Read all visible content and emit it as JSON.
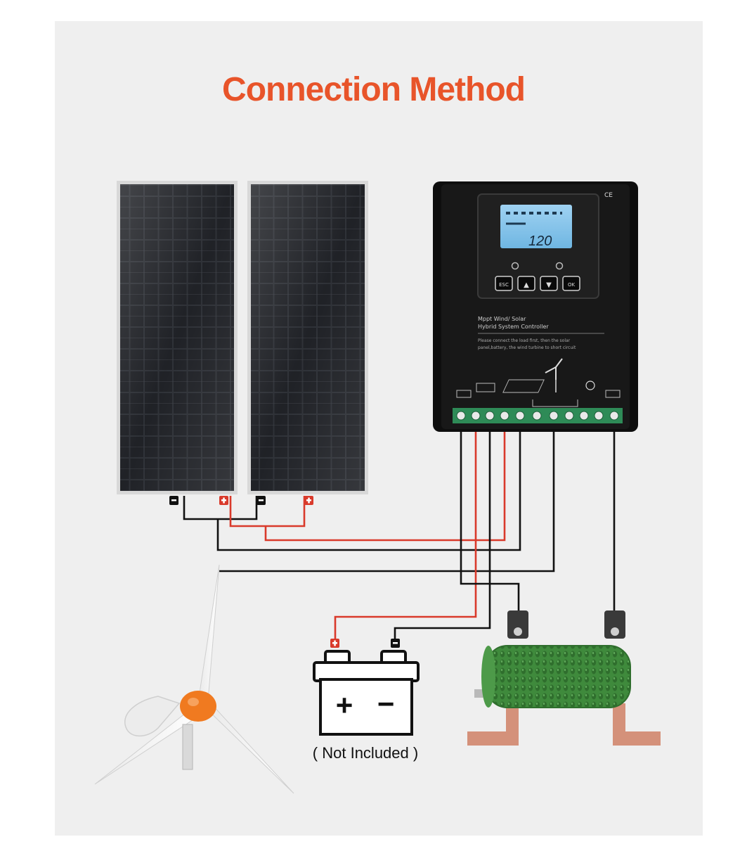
{
  "title": "Connection Method",
  "battery": {
    "plus_sign": "+",
    "minus_sign": "−",
    "note": "( Not Included )"
  },
  "controller": {
    "mark": "CE",
    "lcd_value": "120",
    "buttons": [
      "ESC",
      "▲",
      "▼",
      "OK"
    ],
    "label_line1": "Mppt Wind/ Solar",
    "label_line2": "Hybrid System Controller",
    "warning_line1": "Please connect the load first, then the solar",
    "warning_line2": "panel,battery, the wind turbine to short circuit"
  },
  "colors": {
    "title": "#e8542a",
    "positive_wire": "#d93a2b",
    "negative_wire": "#111111",
    "controller_body": "#141414",
    "terminal_green": "#2e8b57",
    "resistor_green": "#3f8a3c",
    "hub_orange": "#f07a20"
  },
  "icons": [
    "solar-panel-icon",
    "wind-turbine-icon",
    "battery-icon",
    "dump-load-resistor-icon",
    "charge-controller-icon"
  ]
}
